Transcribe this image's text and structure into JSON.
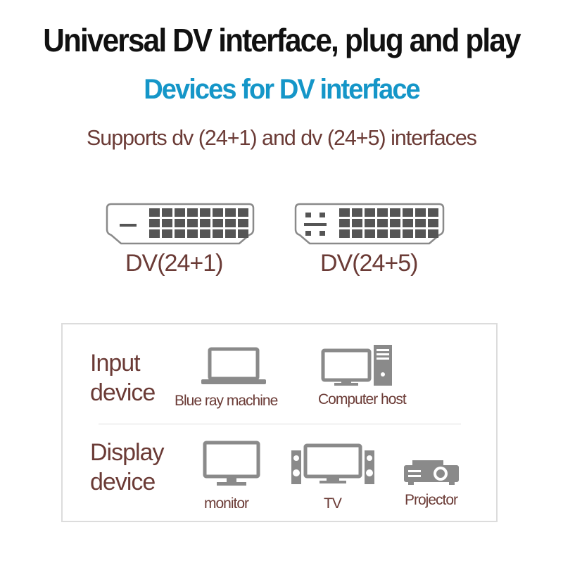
{
  "header": {
    "title": "Universal DV interface, plug and play",
    "subtitle": "Devices for DV interface",
    "supports": "Supports dv (24+1) and dv (24+5) interfaces"
  },
  "connectors": [
    {
      "label": "DV(24+1)",
      "icon": "dvi-24-1-connector-icon"
    },
    {
      "label": "DV(24+5)",
      "icon": "dvi-24-5-connector-icon"
    }
  ],
  "devices": {
    "input": {
      "label_line1": "Input",
      "label_line2": "device",
      "items": [
        {
          "label": "Blue ray machine",
          "icon": "laptop-icon"
        },
        {
          "label": "Computer host",
          "icon": "desktop-computer-icon"
        }
      ]
    },
    "display": {
      "label_line1": "Display",
      "label_line2": "device",
      "items": [
        {
          "label": "monitor",
          "icon": "monitor-icon"
        },
        {
          "label": "TV",
          "icon": "tv-with-speakers-icon"
        },
        {
          "label": "Projector",
          "icon": "projector-icon"
        }
      ]
    }
  },
  "colors": {
    "title": "#111111",
    "subtitle": "#1596c8",
    "text_brown": "#6b3b36",
    "icon_gray": "#8a8a8a"
  }
}
